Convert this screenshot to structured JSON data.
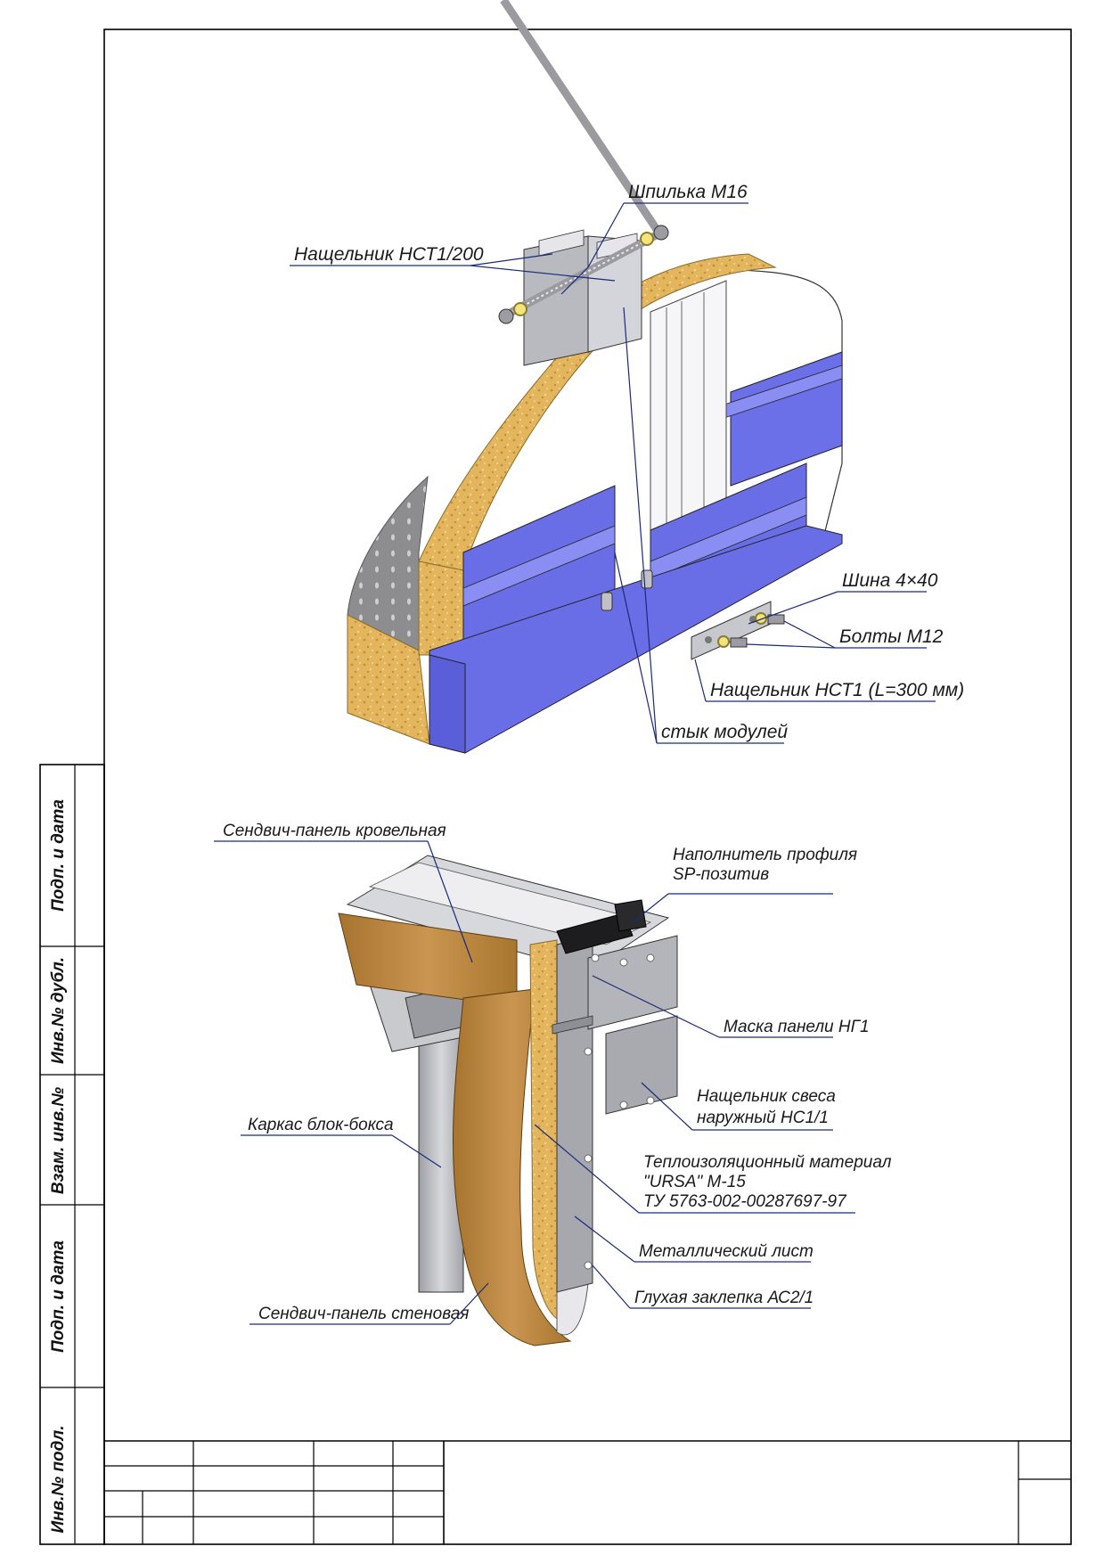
{
  "side_stamp": {
    "fields": [
      "Инв.№ подл.",
      "Подп. и дата",
      "Взам. инв.№",
      "Инв.№ дубл.",
      "Подп. и дата"
    ]
  },
  "top_view": {
    "labels": {
      "stud": "Шпилька М16",
      "cover_200": "Нащельник НСТ1/200",
      "bus": "Шина 4×40",
      "bolts": "Болты М12",
      "cover_300": "Нащельник НСТ1 (L=300 мм)",
      "joint": "стык модулей"
    }
  },
  "bottom_view": {
    "labels": {
      "roof_panel": "Сендвич-панель кровельная",
      "filler_1": "Наполнитель профиля",
      "filler_2": "SP-позитив",
      "mask": "Маска панели НГ1",
      "eave_1": "Нащельник свеса",
      "eave_2": "наружный НС1/1",
      "frame": "Каркас блок-бокса",
      "insul_1": "Теплоизоляционный материал",
      "insul_2": "\"URSA\" М-15",
      "insul_3": "ТУ 5763-002-00287697-97",
      "metal": "Металлический лист",
      "rivet": "Глухая заклепка АС2/1",
      "wall_panel": "Сендвич-панель стеновая"
    }
  },
  "colors": {
    "wool": "#e2b45a",
    "panel_blue": "#6a6ee6",
    "steel": "#b7b8bd",
    "brown": "#b78440"
  }
}
